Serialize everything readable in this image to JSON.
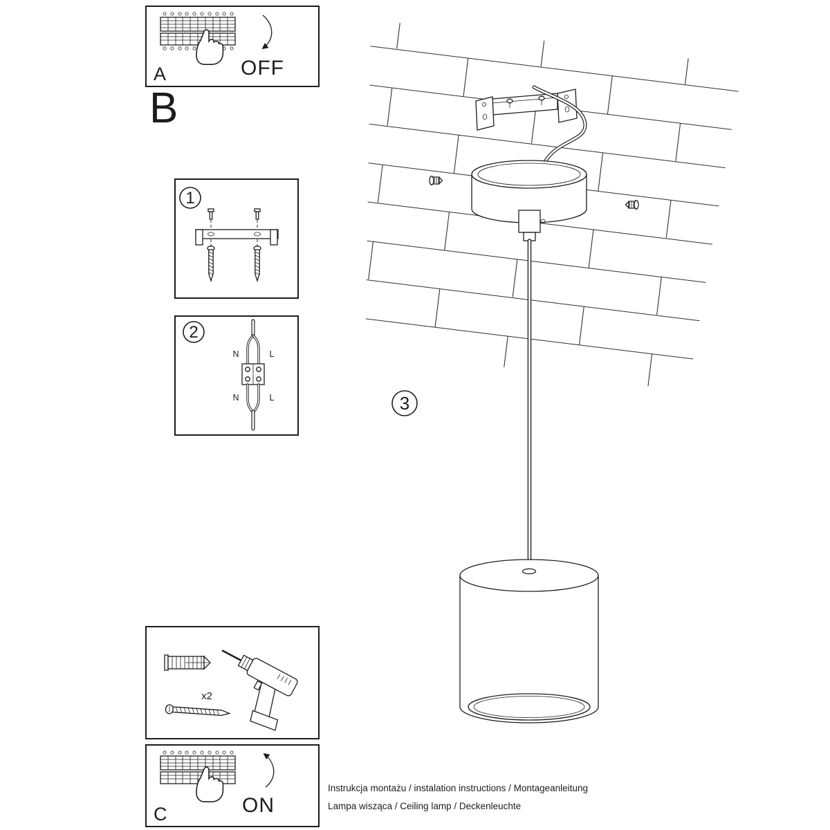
{
  "document": {
    "caption_line1": "Instrukcja montażu / instalation instructions / Montageanleitung",
    "caption_line2": "Lampa wisząca / Ceiling lamp / Deckenleuchte"
  },
  "steps": {
    "a": {
      "label": "A",
      "switch_state": "OFF"
    },
    "b": {
      "label": "B"
    },
    "c": {
      "label": "C",
      "switch_state": "ON"
    },
    "step1": {
      "number": "1"
    },
    "step2": {
      "number": "2"
    },
    "step3": {
      "number": "3"
    }
  },
  "wiring_labels": {
    "neutral_top": "N",
    "line_top": "L",
    "neutral_bottom": "N",
    "line_bottom": "L"
  },
  "tools": {
    "anchor_quantity": "x2"
  },
  "icons": {
    "pointing_hand": "svg-hand-outline",
    "curved_arrow": "svg-curved-arrow",
    "circuit_breaker_panel": "svg-breaker-grid",
    "drill": "svg-drill-outline",
    "wall_plug": "svg-wall-plug",
    "screw": "svg-screw"
  },
  "colors": {
    "ink": "#1c1c1c",
    "background": "#ffffff"
  }
}
